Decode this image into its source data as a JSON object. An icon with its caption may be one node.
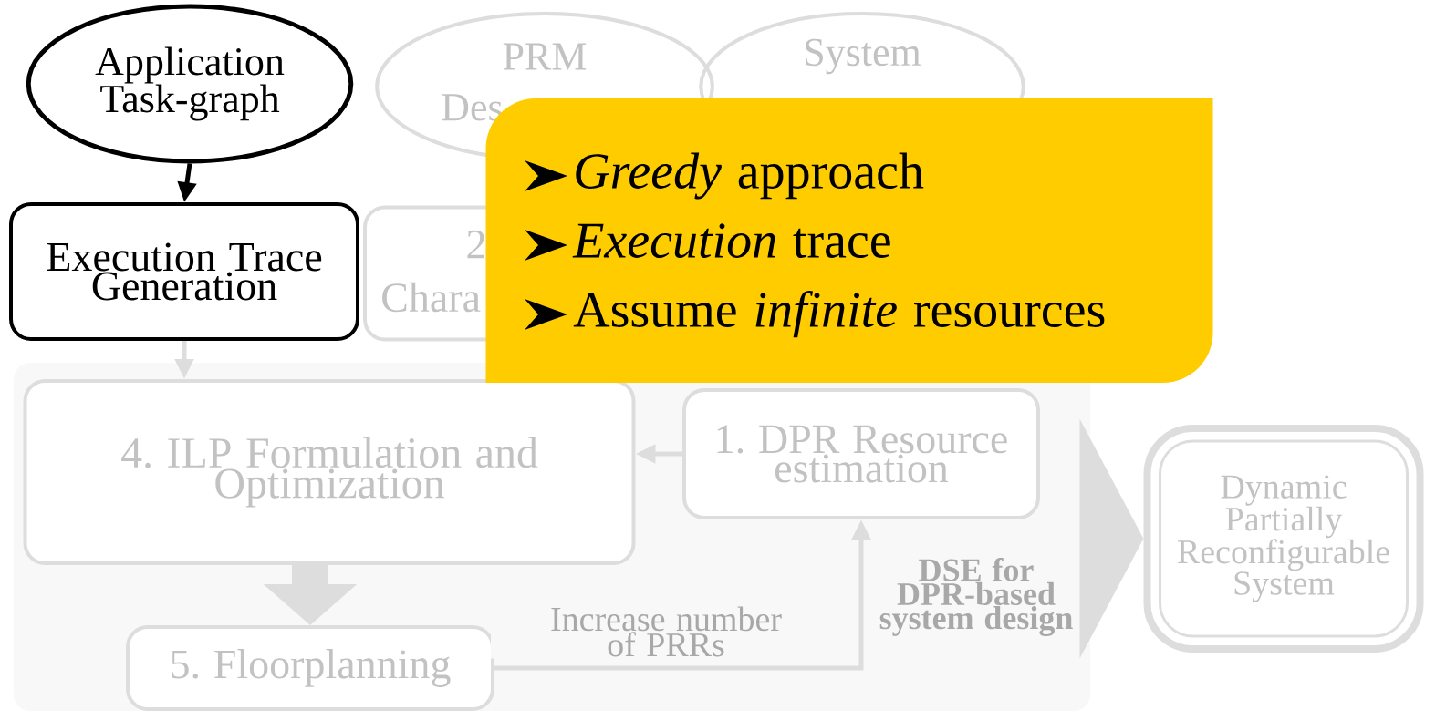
{
  "diagram": {
    "nodes": [
      {
        "text": [
          "Application Task-graph"
        ]
      },
      {
        "text": [
          "PRM",
          "Des"
        ]
      },
      {
        "text": [
          "System"
        ]
      },
      {
        "text": [
          "Execution Trace Generation"
        ]
      },
      {
        "text": [
          "2",
          "Chara"
        ]
      },
      {
        "text": [
          "DSE for DPR-based system design"
        ]
      },
      {
        "text": [
          "4. ILP Formulation and Optimization"
        ],
        "in": 5
      },
      {
        "text": [
          "1. DPR Resource estimation"
        ],
        "in": 5
      },
      {
        "text": [
          "5. Floorplanning"
        ],
        "in": 5
      },
      {
        "text": [
          "Dynamic Partially Reconfigurable System"
        ]
      },
      {
        "text": [
          "*Greedy* approach",
          "*Execution* trace",
          "Assume *infinite* resources"
        ]
      }
    ],
    "edges": [
      {
        "from": 0,
        "to": 3,
        "arrow": "to",
        "color": "#000000"
      },
      {
        "from": 3,
        "to": 6,
        "arrow": "to"
      },
      {
        "from": 7,
        "to": 6,
        "arrow": "to"
      },
      {
        "from": 6,
        "to": 8,
        "arrow": "to",
        "style": "thick"
      },
      {
        "from": 8,
        "to": 7,
        "arrow": "to",
        "label": "Increase number of PRRs"
      },
      {
        "from": 5,
        "to": 9,
        "arrow": "to",
        "style": "thick"
      }
    ]
  }
}
